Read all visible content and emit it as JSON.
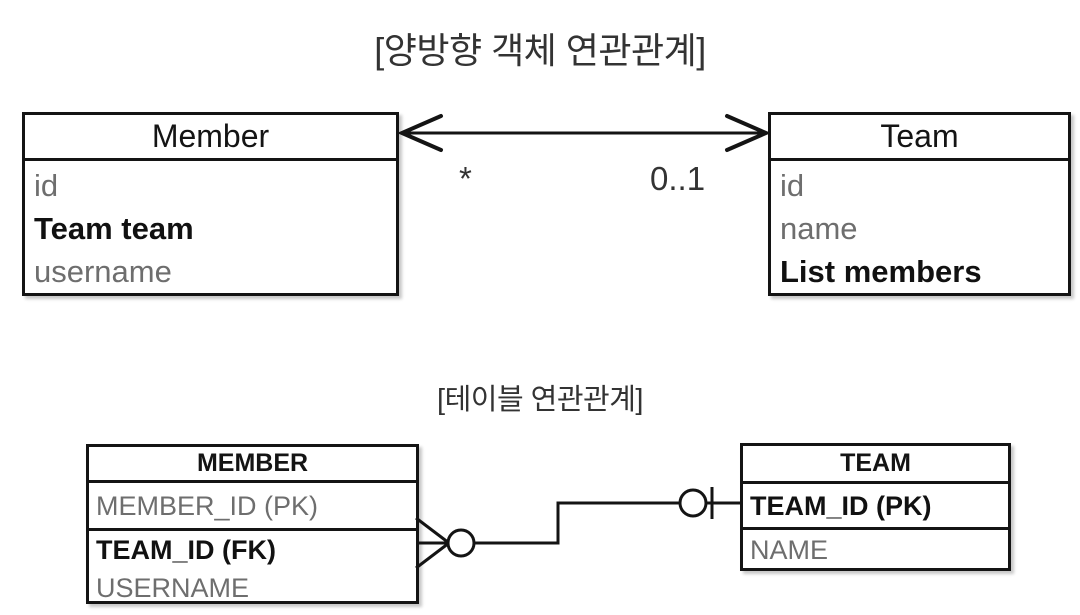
{
  "diagram": {
    "sections": [
      {
        "id": "object-association",
        "title": "[양방향 객체 연관관계]",
        "kind": "uml-class-diagram"
      },
      {
        "id": "table-association",
        "title": "[테이블 연관관계]",
        "kind": "er-diagram"
      }
    ]
  },
  "object_model": {
    "member": {
      "name": "Member",
      "attributes": [
        {
          "text": "id",
          "emphasis": "normal"
        },
        {
          "text": "Team team",
          "emphasis": "bold"
        },
        {
          "text": "username",
          "emphasis": "normal"
        }
      ]
    },
    "team": {
      "name": "Team",
      "attributes": [
        {
          "text": "id",
          "emphasis": "normal"
        },
        {
          "text": "name",
          "emphasis": "normal"
        },
        {
          "text": "List members",
          "emphasis": "bold"
        }
      ]
    },
    "association": {
      "type": "bidirectional-double-arrow",
      "source_multiplicity": "*",
      "target_multiplicity": "0..1"
    }
  },
  "table_model": {
    "member_table": {
      "name": "MEMBER",
      "primary_key": {
        "text": "MEMBER_ID (PK)",
        "emphasis": "normal"
      },
      "columns": [
        {
          "text": "TEAM_ID (FK)",
          "emphasis": "bold"
        },
        {
          "text": "USERNAME",
          "emphasis": "normal"
        }
      ]
    },
    "team_table": {
      "name": "TEAM",
      "primary_key": {
        "text": "TEAM_ID (PK)",
        "emphasis": "bold"
      },
      "columns": [
        {
          "text": "NAME",
          "emphasis": "normal"
        }
      ]
    },
    "relationship": {
      "type": "crows-foot",
      "member_side": "zero-or-many",
      "team_side": "zero-or-one"
    }
  },
  "colors": {
    "stroke": "#141414",
    "text_primary": "#1a1a1a",
    "text_muted": "#6e6e6e",
    "title": "#333333",
    "background": "#ffffff"
  }
}
